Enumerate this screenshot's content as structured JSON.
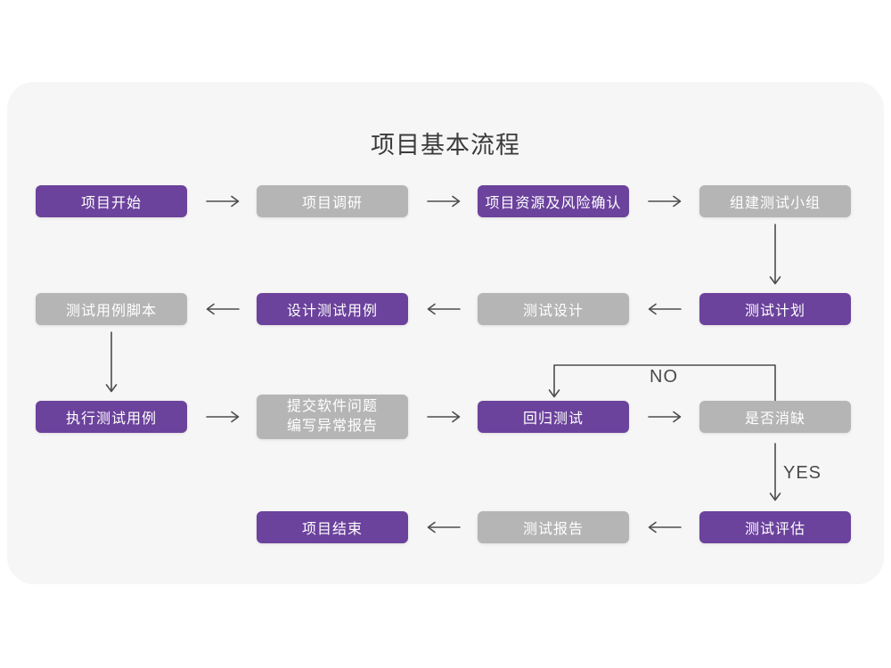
{
  "title": "项目基本流程",
  "colors": {
    "purple": "#6b429c",
    "gray": "#b5b5b5",
    "arrow": "#4d4d4d",
    "card_bg": "#f6f6f6",
    "page_bg": "#ffffff",
    "title_color": "#3b3b3b",
    "box_text": "#ffffff",
    "label_color": "#4a4a4a"
  },
  "flow": {
    "nodes": [
      {
        "id": "project-start",
        "label": "项目开始",
        "variant": "purple"
      },
      {
        "id": "project-research",
        "label": "项目调研",
        "variant": "gray"
      },
      {
        "id": "resources-risk-confirm",
        "label": "项目资源及风险确认",
        "variant": "purple"
      },
      {
        "id": "build-test-team",
        "label": "组建测试小组",
        "variant": "gray"
      },
      {
        "id": "test-plan",
        "label": "测试计划",
        "variant": "purple"
      },
      {
        "id": "test-design",
        "label": "测试设计",
        "variant": "gray"
      },
      {
        "id": "design-test-cases",
        "label": "设计测试用例",
        "variant": "purple"
      },
      {
        "id": "test-case-scripts",
        "label": "测试用例脚本",
        "variant": "gray"
      },
      {
        "id": "execute-test-cases",
        "label": "执行测试用例",
        "variant": "purple"
      },
      {
        "id": "submit-issues-report",
        "label": "提交软件问题\n编写异常报告",
        "variant": "gray"
      },
      {
        "id": "regression-test",
        "label": "回归测试",
        "variant": "purple"
      },
      {
        "id": "defect-eliminated",
        "label": "是否消缺",
        "variant": "gray"
      },
      {
        "id": "test-evaluation",
        "label": "测试评估",
        "variant": "purple"
      },
      {
        "id": "test-report",
        "label": "测试报告",
        "variant": "gray"
      },
      {
        "id": "project-end",
        "label": "项目结束",
        "variant": "purple"
      }
    ],
    "edge_labels": {
      "no": "NO",
      "yes": "YES"
    }
  }
}
